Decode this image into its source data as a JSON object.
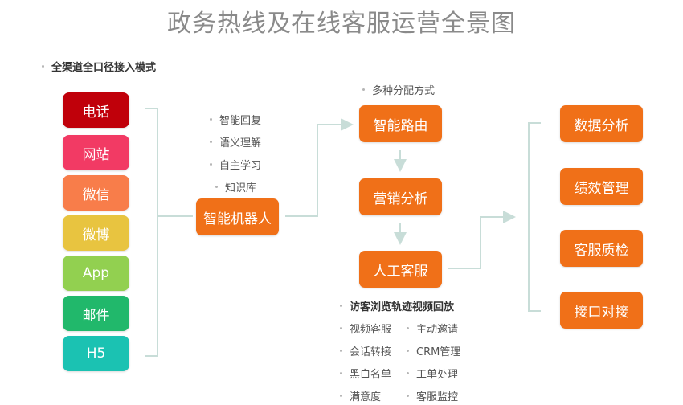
{
  "title": "政务热线及在线客服运营全景图",
  "channel_mode_label": "全渠道全口径接入模式",
  "channels": [
    {
      "label": "电话",
      "color": "#c0000a"
    },
    {
      "label": "网站",
      "color": "#f23a64"
    },
    {
      "label": "微信",
      "color": "#f87d4a"
    },
    {
      "label": "微博",
      "color": "#e8c440"
    },
    {
      "label": "App",
      "color": "#92d050"
    },
    {
      "label": "邮件",
      "color": "#21b86b"
    },
    {
      "label": "H5",
      "color": "#1bc2b2"
    }
  ],
  "robot": {
    "label": "智能机器人",
    "features": [
      "智能回复",
      "语义理解",
      "自主学习",
      "知识库"
    ]
  },
  "routing": {
    "label": "智能路由",
    "note": "多种分配方式"
  },
  "marketing": {
    "label": "营销分析"
  },
  "human": {
    "label": "人工客服",
    "heading": "访客浏览轨迹视频回放",
    "features_left": [
      "视频客服",
      "会话转接",
      "黑白名单",
      "满意度"
    ],
    "features_right": [
      "主动邀请",
      "CRM管理",
      "工单处理",
      "客服监控"
    ]
  },
  "outputs": [
    "数据分析",
    "绩效管理",
    "客服质检",
    "接口对接"
  ],
  "colors": {
    "orange": "#f07018",
    "line": "#c8ddd8",
    "title": "#8a8a8a"
  }
}
